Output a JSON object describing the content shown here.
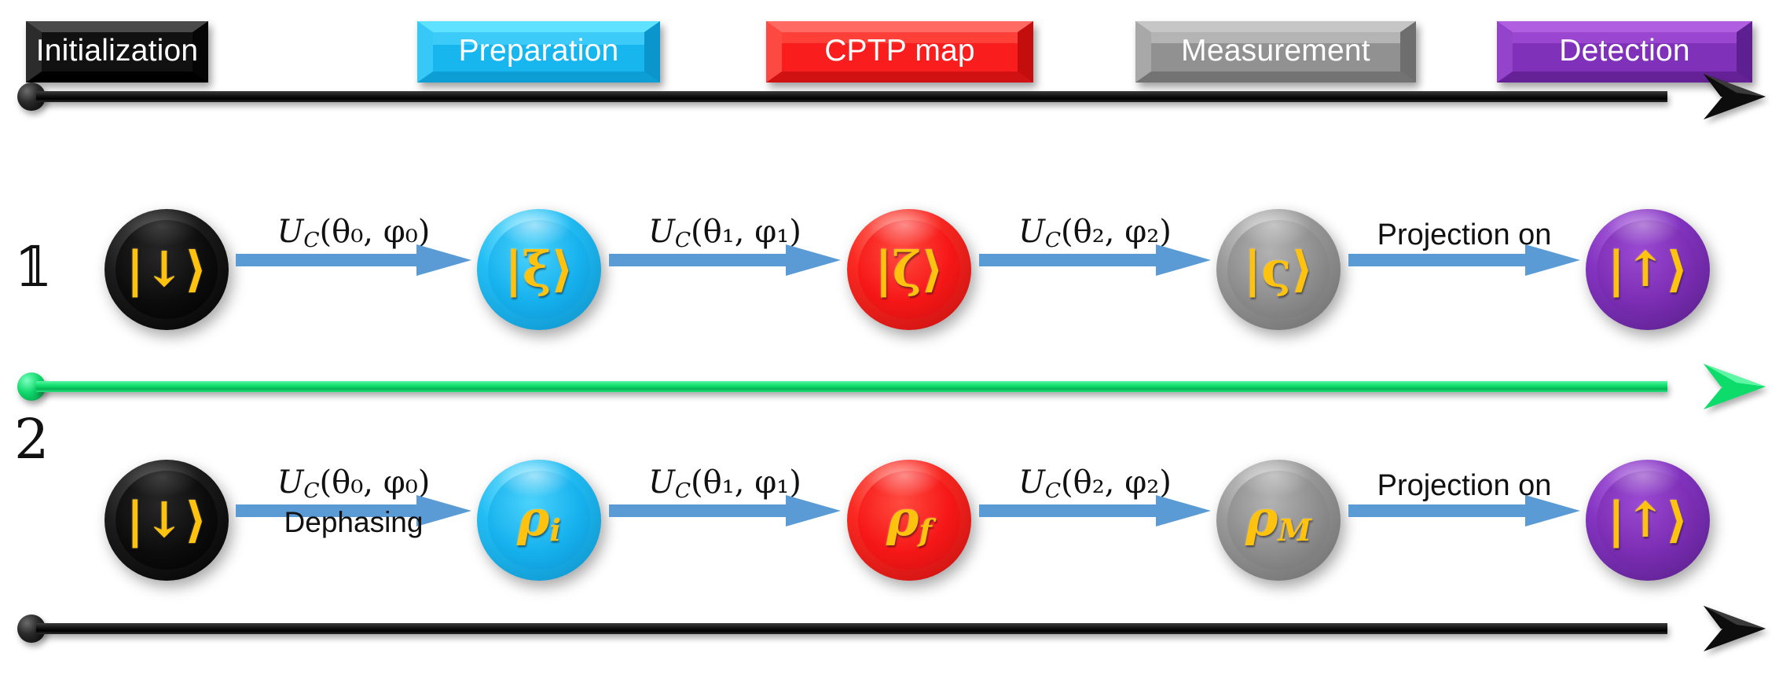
{
  "diagram": {
    "title": "Quantum protocol timeline",
    "background": "#ffffff"
  },
  "stage_labels": [
    {
      "name": "initialization",
      "text": "Initialization",
      "color": "#0a0a0a",
      "text_color": "#ffffff"
    },
    {
      "name": "preparation",
      "text": "Preparation",
      "color": "#16b3ec",
      "text_color": "#ffffff"
    },
    {
      "name": "cptp-map",
      "text": "CPTP map",
      "color": "#f92020",
      "text_color": "#ffffff"
    },
    {
      "name": "measurement",
      "text": "Measurement",
      "color": "#8f8f8f",
      "text_color": "#ffffff"
    },
    {
      "name": "detection",
      "text": "Detection",
      "color": "#7b30b5",
      "text_color": "#ffffff"
    }
  ],
  "timelines": [
    {
      "name": "top-timeline",
      "color": "#141414",
      "ball_color": "#141414"
    },
    {
      "name": "middle-timeline",
      "color": "#0ddc6a",
      "ball_color": "#0ddc6a"
    },
    {
      "name": "bottom-timeline",
      "color": "#141414",
      "ball_color": "#141414"
    }
  ],
  "rows": [
    {
      "index_label": "𝟙",
      "name": "row-pure-state",
      "states": [
        {
          "name": "state-down",
          "symbol": "|↓⟩",
          "color": "#0a0a0a",
          "kind": "ket"
        },
        {
          "name": "state-xi",
          "symbol": "|ξ⟩",
          "color": "#18b6ef",
          "kind": "ket"
        },
        {
          "name": "state-zeta",
          "symbol": "|ζ⟩",
          "color": "#f81c1c",
          "kind": "ket"
        },
        {
          "name": "state-varsigma",
          "symbol": "|ς⟩",
          "color": "#8c8c8c",
          "kind": "ket"
        },
        {
          "name": "state-up",
          "symbol": "|↑⟩",
          "color": "#7d2fb8",
          "kind": "ket"
        }
      ],
      "steps": [
        {
          "name": "step-u0",
          "top": "U",
          "top_sub": "C",
          "args": "(θ₀, φ₀)",
          "bottom": ""
        },
        {
          "name": "step-u1",
          "top": "U",
          "top_sub": "C",
          "args": "(θ₁, φ₁)",
          "bottom": ""
        },
        {
          "name": "step-u2",
          "top": "U",
          "top_sub": "C",
          "args": "(θ₂, φ₂)",
          "bottom": ""
        },
        {
          "name": "step-projection",
          "plain": "Projection on",
          "bottom": ""
        }
      ]
    },
    {
      "index_label": "2",
      "name": "row-mixed-state",
      "states": [
        {
          "name": "state-down",
          "symbol": "|↓⟩",
          "color": "#0a0a0a",
          "kind": "ket"
        },
        {
          "name": "state-rho-i",
          "base": "ρ",
          "sub": "i",
          "color": "#18b6ef",
          "kind": "rho"
        },
        {
          "name": "state-rho-f",
          "base": "ρ",
          "sub": "f",
          "color": "#f81c1c",
          "kind": "rho"
        },
        {
          "name": "state-rho-m",
          "base": "ρ",
          "sub": "M",
          "color": "#8c8c8c",
          "kind": "rho"
        },
        {
          "name": "state-up",
          "symbol": "|↑⟩",
          "color": "#7d2fb8",
          "kind": "ket"
        }
      ],
      "steps": [
        {
          "name": "step-u0",
          "top": "U",
          "top_sub": "C",
          "args": "(θ₀, φ₀)",
          "bottom": "Dephasing"
        },
        {
          "name": "step-u1",
          "top": "U",
          "top_sub": "C",
          "args": "(θ₁, φ₁)",
          "bottom": ""
        },
        {
          "name": "step-u2",
          "top": "U",
          "top_sub": "C",
          "args": "(θ₂, φ₂)",
          "bottom": ""
        },
        {
          "name": "step-projection",
          "plain": "Projection on",
          "bottom": ""
        }
      ]
    }
  ],
  "colors": {
    "step_arrow": "#5b9bd5",
    "green_timeline": "#0ddc6a",
    "black_timeline": "#141414",
    "ket_text": "#FFC20E"
  }
}
